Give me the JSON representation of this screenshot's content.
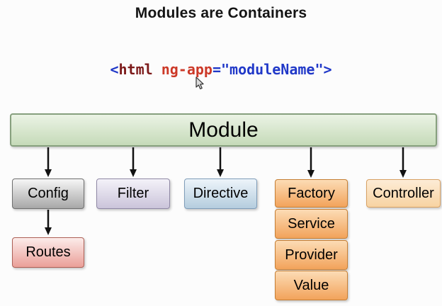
{
  "slide": {
    "title": "Modules are Containers"
  },
  "code": {
    "full_text": "<html ng-app=\"moduleName\">",
    "segments": {
      "open_bracket": "<",
      "tag_name": "html",
      "attribute": " ng-app",
      "value_part": "=\"moduleName\">"
    },
    "syntax_colors": {
      "bracket": "#2038c8",
      "tag": "#7c1a1a",
      "attribute": "#cc3928",
      "value": "#2038c8"
    }
  },
  "diagram": {
    "module_label": "Module",
    "nodes": {
      "config": "Config",
      "filter": "Filter",
      "directive": "Directive",
      "factory": "Factory",
      "controller": "Controller",
      "routes": "Routes",
      "service": "Service",
      "provider": "Provider",
      "value": "Value"
    },
    "node_colors": {
      "module_green": "#c5dab8",
      "config_gray": "#a7a7a7",
      "filter_purple": "#cbc4da",
      "directive_blue": "#b5cdde",
      "factory_orange": "#f2a35b",
      "controller_peach": "#f7d3a2",
      "routes_pink": "#ea9f98",
      "arrow_black": "#111111"
    }
  }
}
